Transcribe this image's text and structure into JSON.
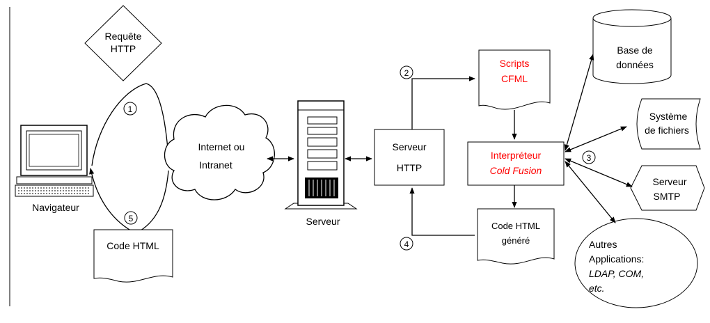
{
  "diagram": {
    "request": [
      "Requête",
      "HTTP"
    ],
    "browser": "Navigateur",
    "html_code": "Code HTML",
    "cloud": [
      "Internet ou",
      "Intranet"
    ],
    "server_machine": "Serveur",
    "http_server": [
      "Serveur",
      "HTTP"
    ],
    "scripts": [
      "Scripts",
      "CFML"
    ],
    "interpreter": [
      "Interpréteur",
      "Cold Fusion"
    ],
    "generated_html": [
      "Code HTML",
      "généré"
    ],
    "database": [
      "Base de",
      "données"
    ],
    "filesystem": [
      "Système",
      "de fichiers"
    ],
    "smtp": [
      "Serveur",
      "SMTP"
    ],
    "other_apps": [
      "Autres",
      "Applications:",
      "LDAP, COM,",
      "etc."
    ],
    "steps": [
      "1",
      "2",
      "3",
      "4",
      "5"
    ],
    "accent_color": "#ff0000"
  }
}
